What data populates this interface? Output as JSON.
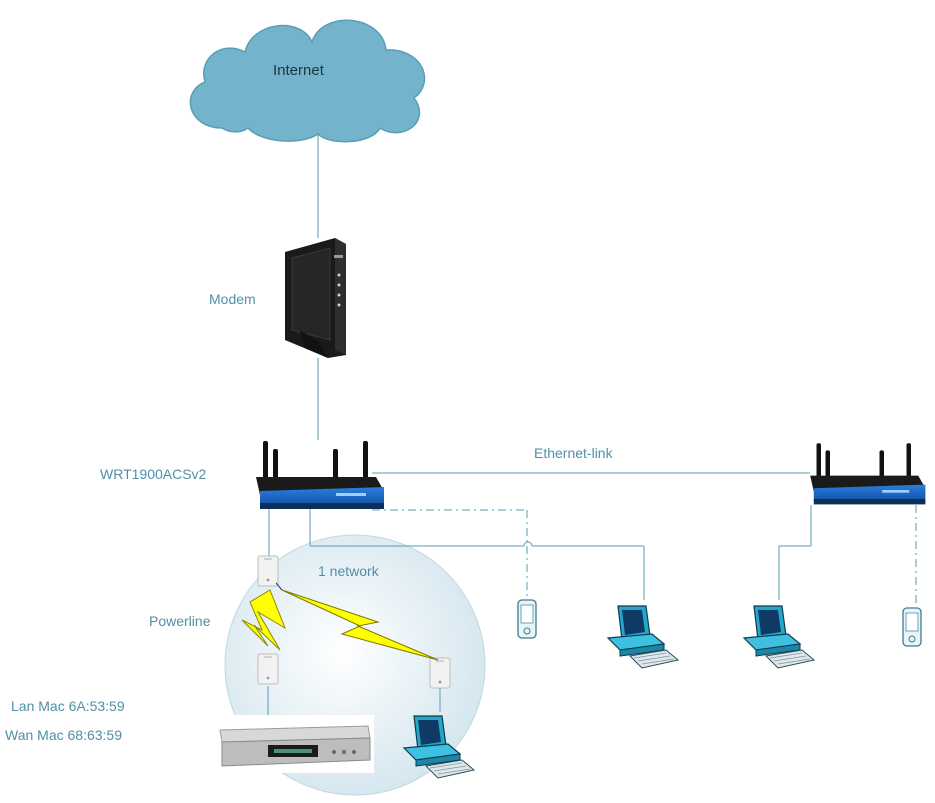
{
  "labels": {
    "internet": "Internet",
    "modem": "Modem",
    "router_main": "WRT1900ACSv2",
    "ethernet_link": "Ethernet-link",
    "one_network": "1 network",
    "powerline": "Powerline",
    "lan_mac": "Lan Mac 6A:53:59",
    "wan_mac": "Wan Mac 68:63:59"
  },
  "colors": {
    "label": "#4f8fa8",
    "cloud": "#73b4cc",
    "link_line": "#5a9bb0",
    "network_zone": "#dbe9f0",
    "lightning": "#ffff00",
    "router_body": "#1b64c4",
    "modem_body": "#1a1a1a",
    "pc_accent": "#23a7c9"
  },
  "icons": [
    "cloud-icon",
    "modem-icon",
    "router-icon",
    "powerline-adapter-icon",
    "lightning-icon",
    "desktop-pc-icon",
    "mobile-phone-icon",
    "set-top-box-icon"
  ]
}
